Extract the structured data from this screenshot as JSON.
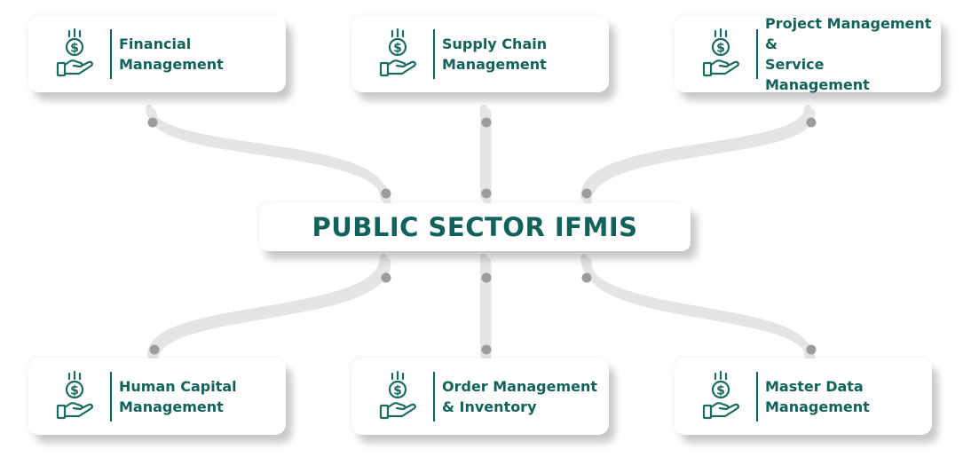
{
  "colors": {
    "text": "#12625c",
    "icon": "#1b6b62",
    "connector": "#e3e3e3",
    "connector_shadow": "#cfcfcf",
    "dot": "#9c9c9c"
  },
  "center": {
    "title": "PUBLIC SECTOR IFMIS"
  },
  "cards": [
    {
      "title": "Financial\nManagement",
      "icon": "hand-coin-icon"
    },
    {
      "title": "Supply Chain\nManagement",
      "icon": "hand-coin-icon"
    },
    {
      "title": "Project Management &\nService Management",
      "icon": "hand-coin-icon"
    },
    {
      "title": "Human Capital\nManagement",
      "icon": "hand-coin-icon"
    },
    {
      "title": "Order Management\n& Inventory",
      "icon": "hand-coin-icon"
    },
    {
      "title": "Master Data\nManagement",
      "icon": "hand-coin-icon"
    }
  ]
}
